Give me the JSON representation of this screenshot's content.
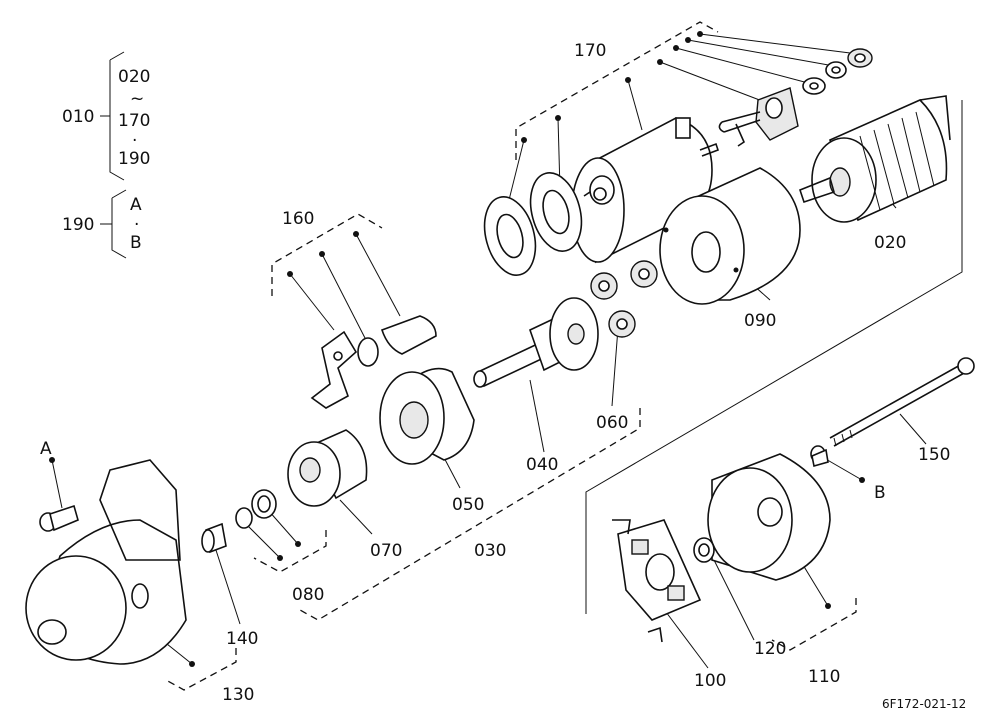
{
  "figure_code": "6F172-021-12",
  "group_legend": {
    "assembly": {
      "label": "010",
      "members": [
        "020",
        "~",
        "170",
        "·",
        "190"
      ]
    },
    "fastener": {
      "label": "190",
      "members": [
        "A",
        "·",
        "B"
      ]
    }
  },
  "callouts": {
    "p020": "020",
    "p030": "030",
    "p040": "040",
    "p050": "050",
    "p060": "060",
    "p070": "070",
    "p080": "080",
    "p090": "090",
    "p100": "100",
    "p110": "110",
    "p120": "120",
    "p130": "130",
    "p140": "140",
    "p150": "150",
    "p160": "160",
    "p170": "170",
    "pA": "A",
    "pB": "B"
  }
}
